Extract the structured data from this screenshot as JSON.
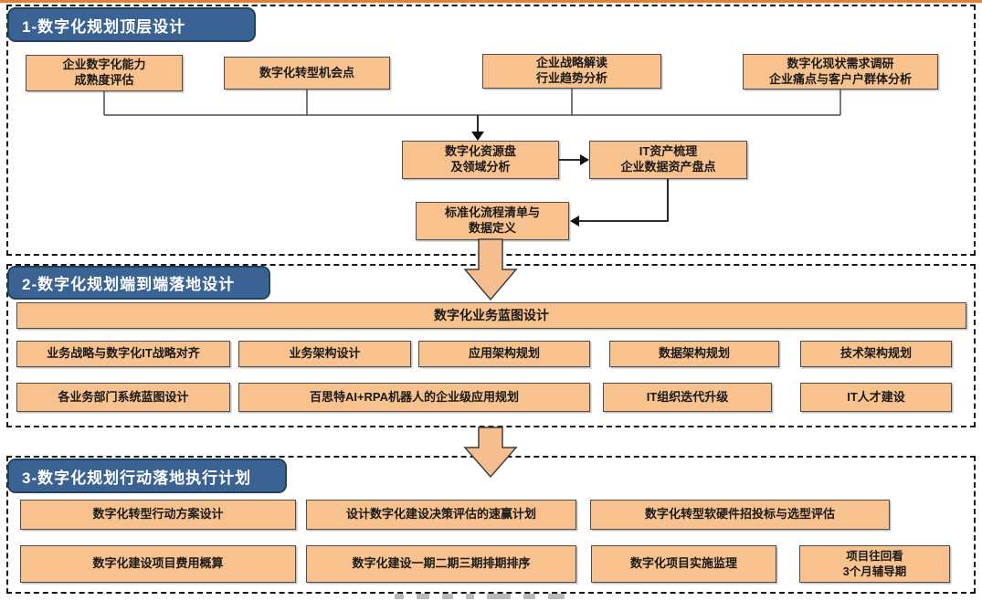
{
  "colors": {
    "box_fill": "#F8C28E",
    "box_border": "#4d4d4d",
    "header_fill": "#3A6292",
    "header_border": "#26415E",
    "header_text": "#ffffff",
    "arrow_fill": "#F6BE8E",
    "arrow_stroke": "#3f3f3f",
    "dashed_border": "#161616",
    "top_strip": "#ED7D31"
  },
  "section1": {
    "title": "1-数字化规划顶层设计",
    "top_row": [
      {
        "lines": [
          "企业数字化能力",
          "成熟度评估"
        ]
      },
      {
        "lines": [
          "数字化转型机会点"
        ]
      },
      {
        "lines": [
          "企业战略解读",
          "行业趋势分析"
        ]
      },
      {
        "lines": [
          "数字化现状需求调研",
          "企业痛点与客户户群体分析"
        ]
      }
    ],
    "mid_row": [
      {
        "lines": [
          "数字化资源盘",
          "及领域分析"
        ]
      },
      {
        "lines": [
          "IT资产梳理",
          "企业数据资产盘点"
        ]
      },
      {
        "lines": [
          "标准化流程清单与",
          "数据定义"
        ]
      }
    ]
  },
  "section2": {
    "title": "2-数字化规划端到端落地设计",
    "banner": "数字化业务蓝图设计",
    "row1": [
      "业务战略与数字化IT战略对齐",
      "业务架构设计",
      "应用架构规划",
      "数据架构规划",
      "技术架构规划"
    ],
    "row2": [
      "各业务部门系统蓝图设计",
      "百思特AI+RPA机器人的企业级应用规划",
      "IT组织迭代升级",
      "IT人才建设"
    ]
  },
  "section3": {
    "title": "3-数字化规划行动落地执行计划",
    "row1": [
      "数字化转型行动方案设计",
      "设计数字化建设决策评估的速赢计划",
      "数字化转型软硬件招投标与选型评估"
    ],
    "row2": [
      {
        "lines": [
          "数字化建设项目费用概算"
        ]
      },
      {
        "lines": [
          "数字化建设一期二期三期排期排序"
        ]
      },
      {
        "lines": [
          "数字化项目实施监理"
        ]
      },
      {
        "lines": [
          "项目往回看",
          "3个月辅导期"
        ]
      }
    ]
  }
}
